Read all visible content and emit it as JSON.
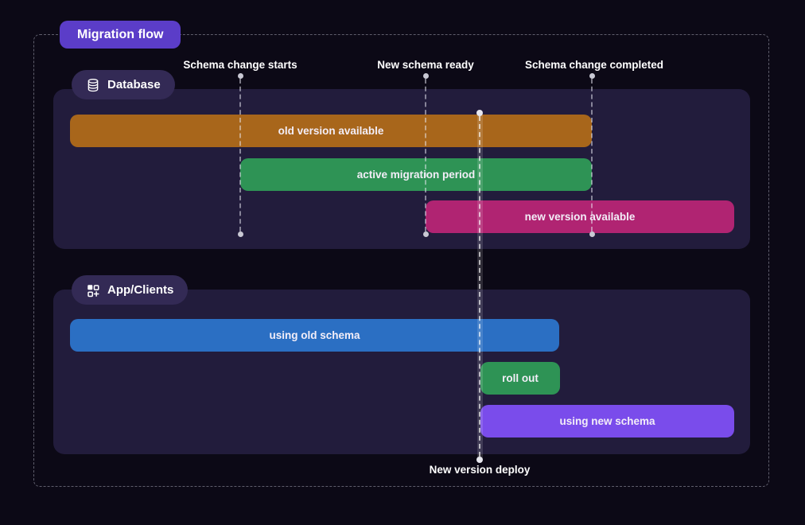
{
  "title": "Migration flow",
  "colors": {
    "page_bg": "#0c0916",
    "accent": "#5b3dc8",
    "badge_bg": "#332a55",
    "panel_bg": "#221c3c",
    "bar_orange": "#a8661b",
    "bar_green": "#2e9355",
    "bar_pink": "#b02472",
    "bar_blue": "#2b6fc3",
    "bar_violet": "#7a4ceb"
  },
  "timeline_events": [
    {
      "label": "Schema change starts"
    },
    {
      "label": "New schema ready"
    },
    {
      "label": "Schema change completed"
    }
  ],
  "deploy_event": {
    "label": "New version deploy"
  },
  "lanes": [
    {
      "label": "Database",
      "icon": "database-icon",
      "bars": [
        {
          "label": "old version available",
          "color": "#a8661b"
        },
        {
          "label": "active migration period",
          "color": "#2e9355"
        },
        {
          "label": "new version available",
          "color": "#b02472"
        }
      ]
    },
    {
      "label": "App/Clients",
      "icon": "apps-plus-icon",
      "bars": [
        {
          "label": "using old schema",
          "color": "#2b6fc3"
        },
        {
          "label": "roll out",
          "color": "#2e9355"
        },
        {
          "label": "using new schema",
          "color": "#7a4ceb"
        }
      ]
    }
  ]
}
